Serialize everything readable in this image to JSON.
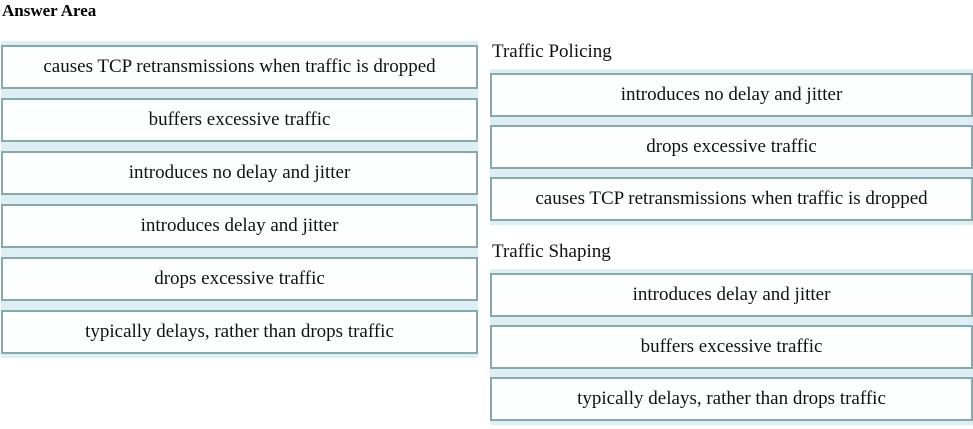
{
  "header": {
    "title": "Answer Area"
  },
  "left_column": {
    "items": [
      "causes TCP retransmissions when traffic is dropped",
      "buffers excessive traffic",
      "introduces no delay and jitter",
      "introduces delay and jitter",
      "drops excessive traffic",
      "typically delays, rather than drops traffic"
    ]
  },
  "right_column": {
    "groups": [
      {
        "label": "Traffic Policing",
        "items": [
          "introduces no delay and jitter",
          "drops excessive traffic",
          "causes TCP retransmissions when traffic is dropped"
        ]
      },
      {
        "label": "Traffic Shaping",
        "items": [
          "introduces delay and jitter",
          "buffers excessive traffic",
          "typically delays, rather than drops traffic"
        ]
      }
    ]
  },
  "colors": {
    "box_border": "#86a9ab",
    "column_background": "#ddeef5",
    "box_background": "#fdfefe",
    "text": "#111111"
  }
}
